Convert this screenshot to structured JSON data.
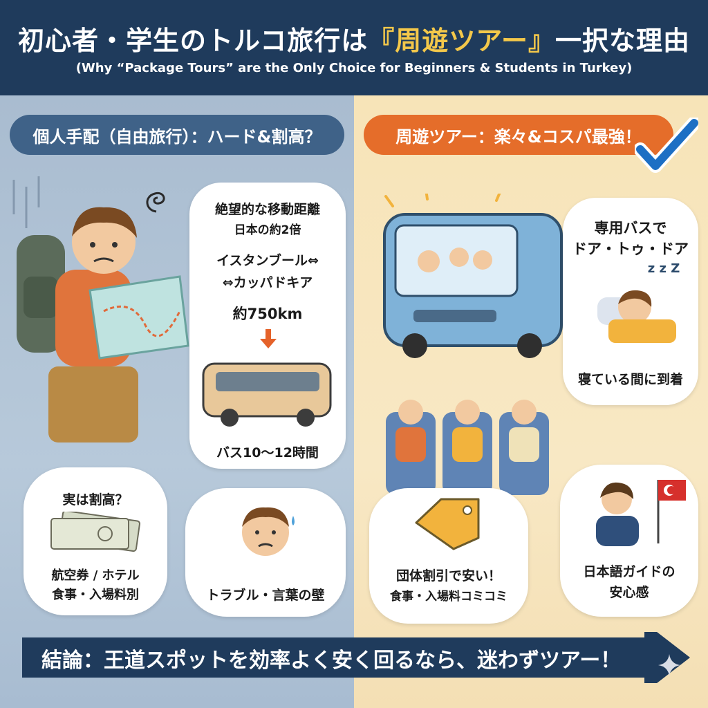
{
  "header": {
    "title_before": "初心者・学生のトルコ旅行は",
    "title_highlight": "『周遊ツアー』",
    "title_after": "一択な理由",
    "subtitle": "(Why “Package Tours” are the Only Choice for Beginners & Students in Turkey)"
  },
  "left": {
    "heading": "個人手配（自由旅行）：ハード&割高？",
    "distance": {
      "line1": "絶望的な移動距離",
      "line2": "日本の約2倍",
      "route1": "イスタンブール⇔",
      "route2": "⇔カッパドキア",
      "km": "約750km",
      "bus_time": "バス10〜12時間"
    },
    "cost": {
      "question": "実は割高？",
      "line1": "航空券 / ホテル",
      "line2": "食事・入場料別"
    },
    "trouble": "トラブル・言葉の壁"
  },
  "right": {
    "heading": "周遊ツアー：楽々&コスパ最強！",
    "door": {
      "line1": "専用バスで",
      "line2": "ドア・トゥ・ドア",
      "sleep": "寝ている間に到着",
      "zzz": "z z Z"
    },
    "discount": {
      "line1": "団体割引で安い！",
      "line2": "食事・入場料コミコミ"
    },
    "guide": {
      "line1": "日本語ガイドの",
      "line2": "安心感"
    }
  },
  "conclusion": "結論：王道スポットを効率よく安く回るなら、迷わずツアー！",
  "colors": {
    "header": "#1f3b5c",
    "left_heading": "#3f6288",
    "right_heading": "#e56d2a",
    "highlight": "#f4c84a",
    "checkmark": "#1d6fc4",
    "tag": "#f2b33d",
    "arrow": "#e5622a"
  },
  "icons": [
    "checkmark-icon",
    "down-arrow-icon",
    "price-tag-icon",
    "turkish-flag-icon",
    "sparkle-icon",
    "bus-icon",
    "money-icon"
  ]
}
